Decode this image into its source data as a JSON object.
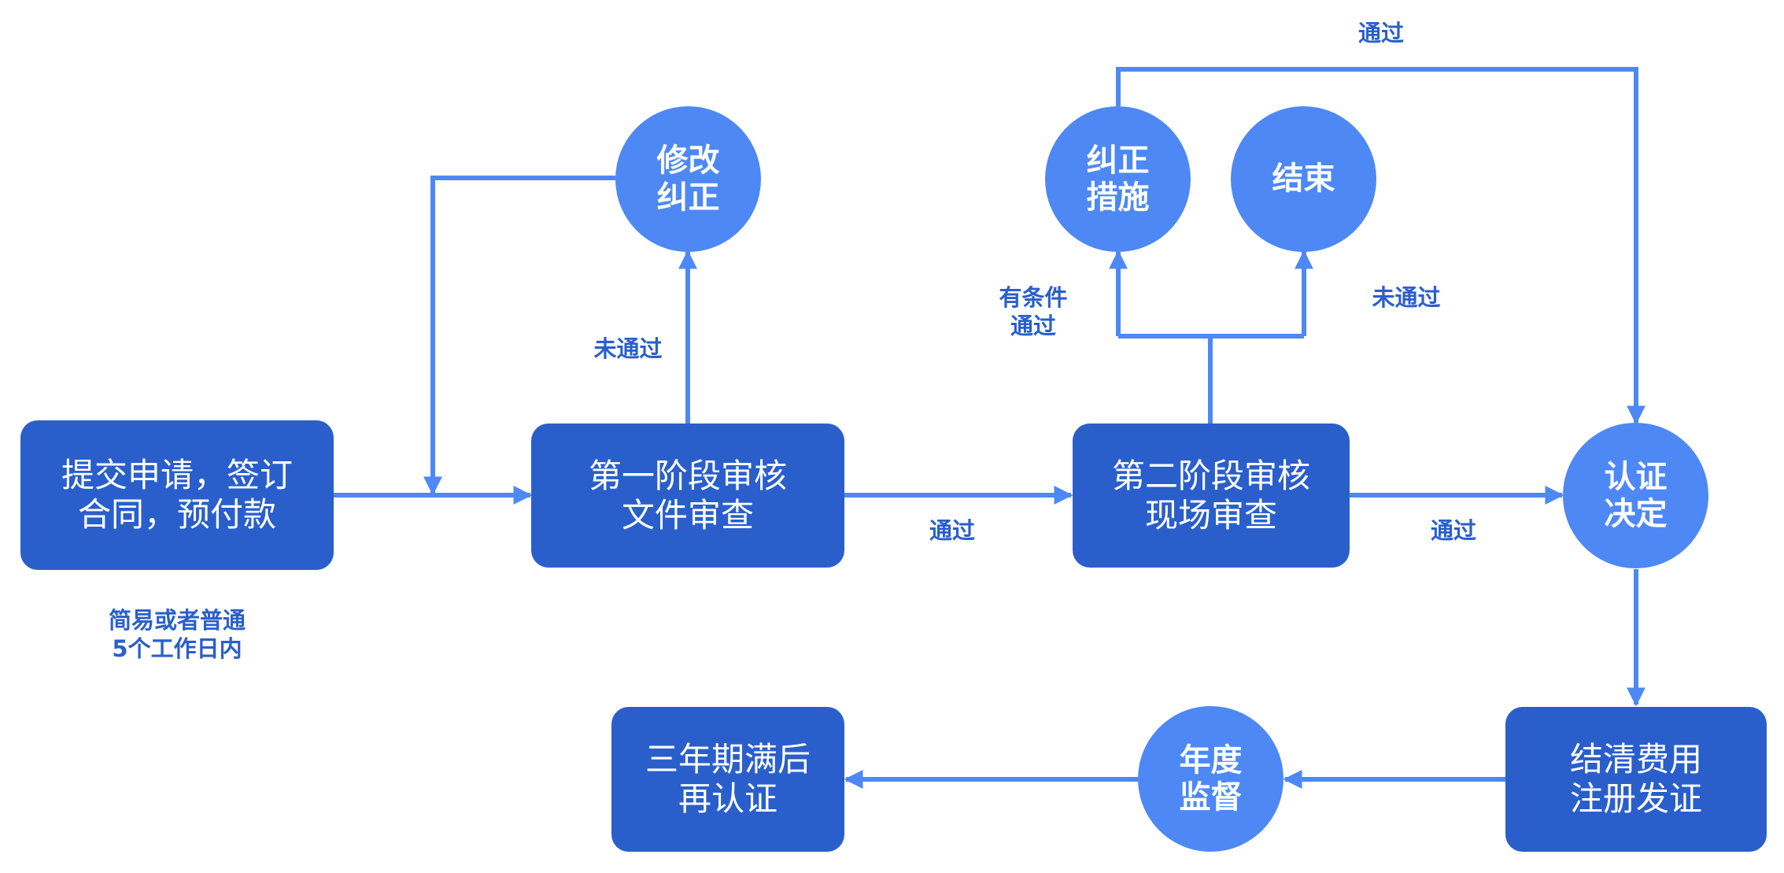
{
  "colors": {
    "box": "#2a5fcb",
    "circle": "#4d88f5",
    "arrow": "#4d88f5",
    "label": "#2a5fcb"
  },
  "nodes": {
    "submit": [
      "提交申请，签订",
      "合同，预付款"
    ],
    "stage1": [
      "第一阶段审核",
      "文件审查"
    ],
    "revise": [
      "修改",
      "纠正"
    ],
    "stage2": [
      "第二阶段审核",
      "现场审查"
    ],
    "corrective": [
      "纠正",
      "措施"
    ],
    "end": [
      "结束"
    ],
    "decision": [
      "认证",
      "决定"
    ],
    "settle": [
      "结清费用",
      "注册发证"
    ],
    "annual": [
      "年度",
      "监督"
    ],
    "recert": [
      "三年期满后",
      "再认证"
    ]
  },
  "labels": {
    "note": [
      "简易或者普通",
      "5个工作日内"
    ],
    "fail1": "未通过",
    "pass1": "通过",
    "pass2": "通过",
    "conditional": [
      "有条件",
      "通过"
    ],
    "fail2": "未通过",
    "pass_top": "通过"
  }
}
